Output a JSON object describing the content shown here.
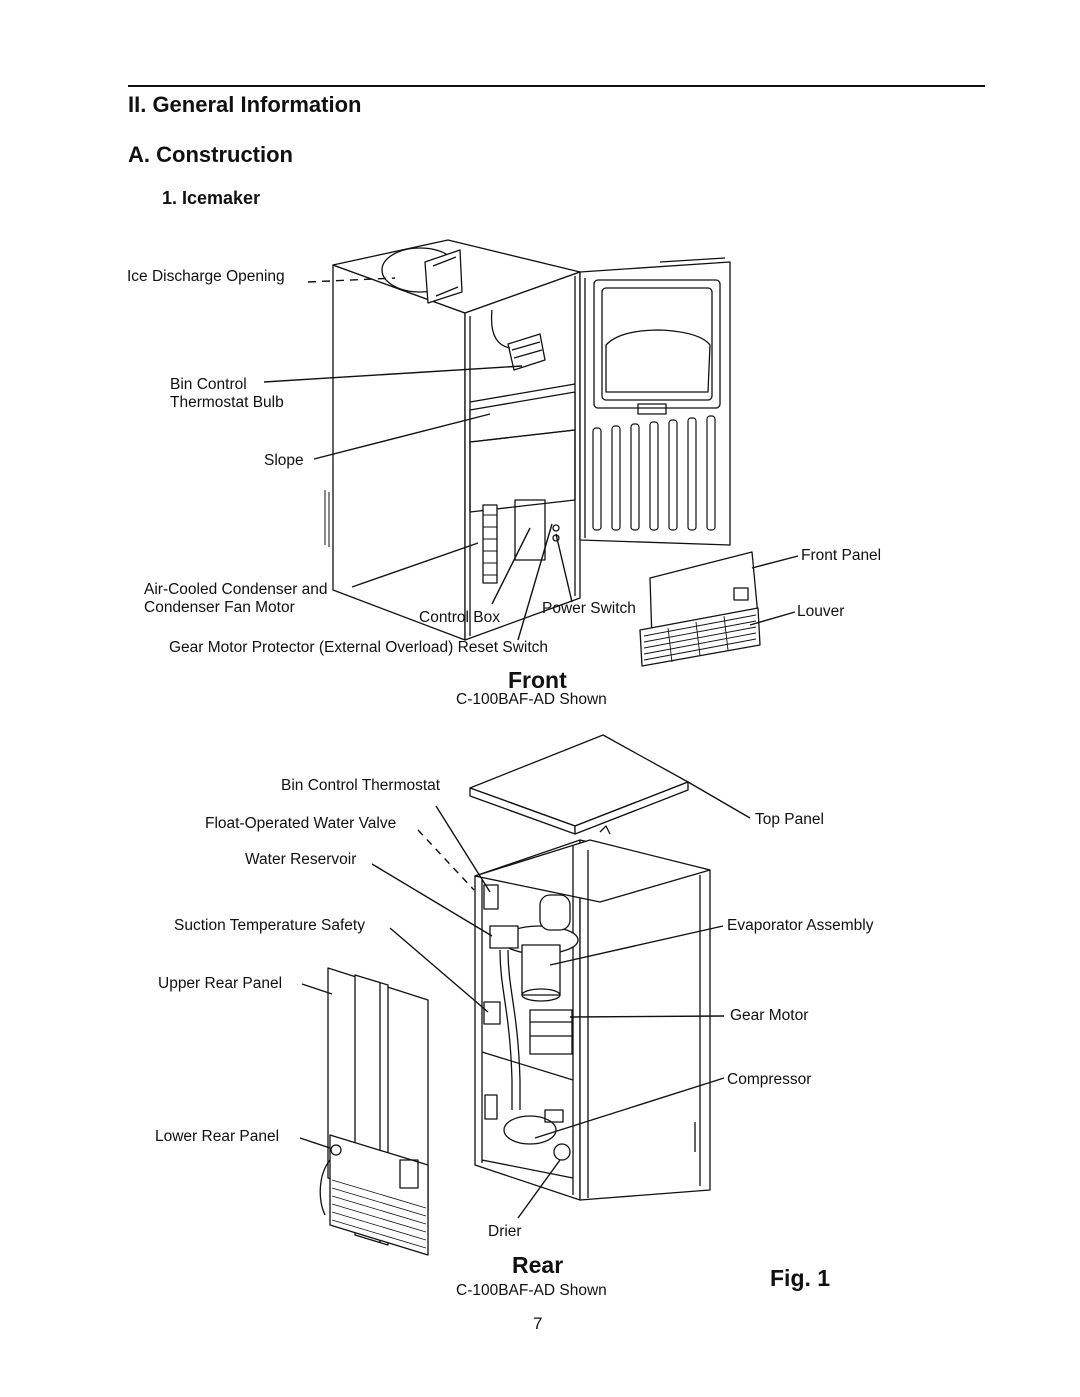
{
  "header": {
    "section": "II. General Information",
    "subsection": "A. Construction",
    "item": "1. Icemaker"
  },
  "front": {
    "labels": {
      "ice_discharge": "Ice Discharge Opening",
      "bin_control_1": "Bin Control",
      "bin_control_2": "Thermostat Bulb",
      "slope": "Slope",
      "condenser_1": "Air-Cooled Condenser and",
      "condenser_2": "Condenser Fan Motor",
      "control_box": "Control Box",
      "power_switch": "Power Switch",
      "gear_motor_protector": "Gear Motor Protector (External Overload) Reset Switch",
      "front_panel": "Front Panel",
      "louver": "Louver"
    },
    "view_title": "Front",
    "model_note": "C-100BAF-AD Shown"
  },
  "rear": {
    "labels": {
      "bin_thermostat": "Bin Control Thermostat",
      "float_valve": "Float-Operated Water Valve",
      "water_reservoir": "Water Reservoir",
      "suction_safety": "Suction Temperature Safety",
      "upper_rear_panel": "Upper Rear Panel",
      "lower_rear_panel": "Lower Rear Panel",
      "drier": "Drier",
      "top_panel": "Top Panel",
      "evaporator": "Evaporator Assembly",
      "gear_motor": "Gear Motor",
      "compressor": "Compressor"
    },
    "view_title": "Rear",
    "model_note": "C-100BAF-AD Shown"
  },
  "figure_label": "Fig. 1",
  "page_number": "7"
}
